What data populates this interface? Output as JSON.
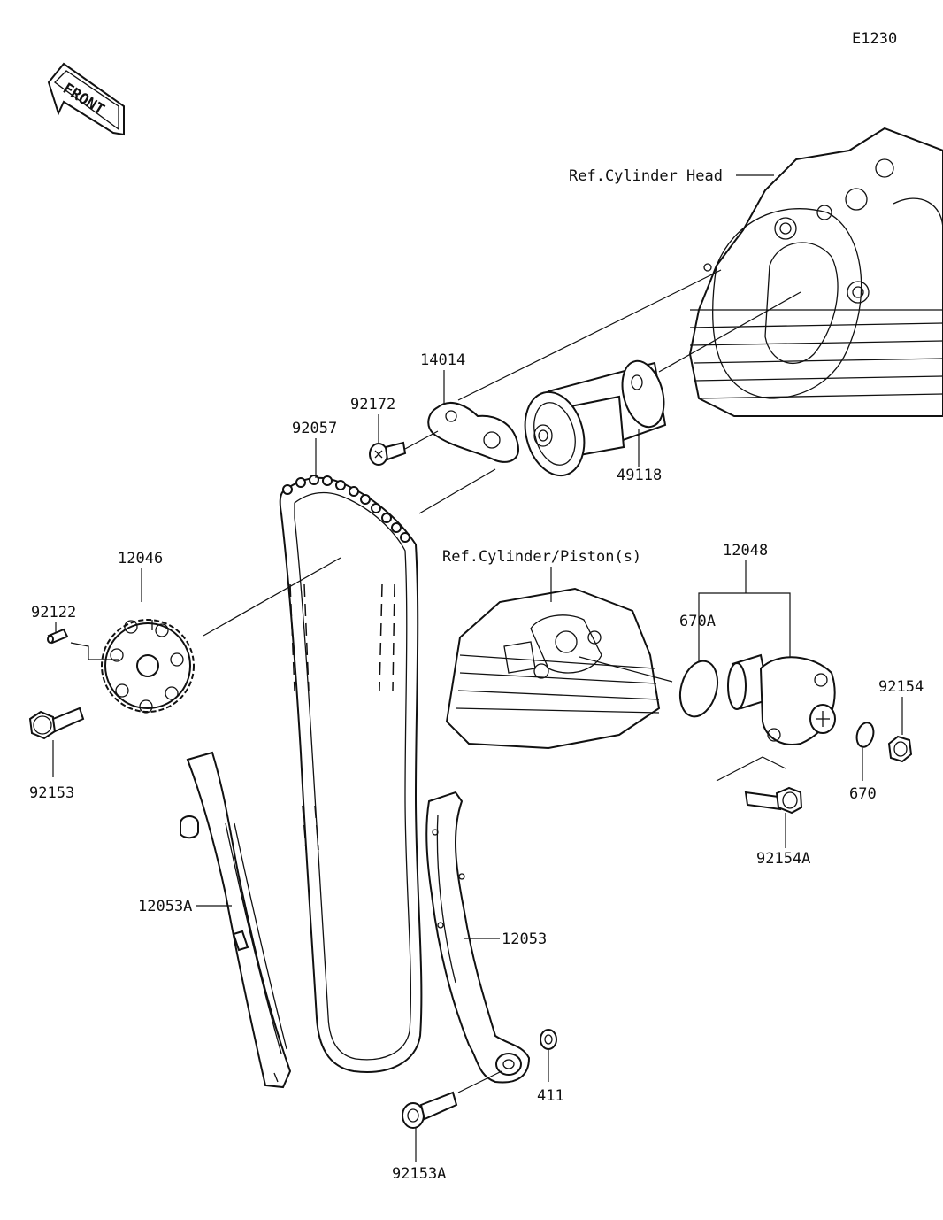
{
  "diagram_code": "E1230",
  "front_badge": "FRONT",
  "references": {
    "cylinder_head": "Ref.Cylinder Head",
    "cylinder_piston": "Ref.Cylinder/Piston(s)"
  },
  "parts": {
    "p14014": "14014",
    "p92172": "92172",
    "p92057": "92057",
    "p49118": "49118",
    "p12046": "12046",
    "p92122": "92122",
    "p92153": "92153",
    "p12048": "12048",
    "p670A": "670A",
    "p92154": "92154",
    "p670": "670",
    "p92154A": "92154A",
    "p12053A": "12053A",
    "p12053": "12053",
    "p411": "411",
    "p92153A": "92153A"
  }
}
